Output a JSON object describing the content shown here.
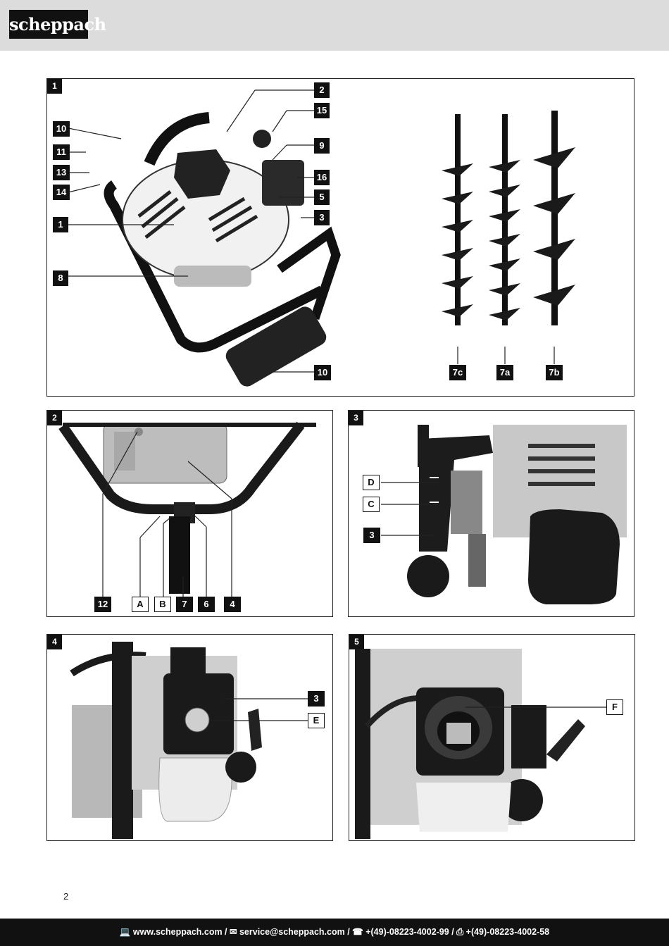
{
  "header": {
    "logo_text": "scheppach"
  },
  "figures": [
    {
      "number": "1",
      "labels": [
        "10",
        "11",
        "13",
        "14",
        "1",
        "8",
        "2",
        "15",
        "9",
        "16",
        "5",
        "3",
        "10",
        "7c",
        "7a",
        "7b"
      ]
    },
    {
      "number": "2",
      "labels": [
        "12",
        "A",
        "B",
        "7",
        "6",
        "4"
      ]
    },
    {
      "number": "3",
      "labels": [
        "D",
        "C",
        "3"
      ]
    },
    {
      "number": "4",
      "labels": [
        "3",
        "E"
      ]
    },
    {
      "number": "5",
      "labels": [
        "F"
      ]
    }
  ],
  "page_number": "2",
  "footer": {
    "web": "www.scheppach.com",
    "email": "service@scheppach.com",
    "phone": "+(49)-08223-4002-99",
    "fax": "+(49)-08223-4002-58"
  }
}
